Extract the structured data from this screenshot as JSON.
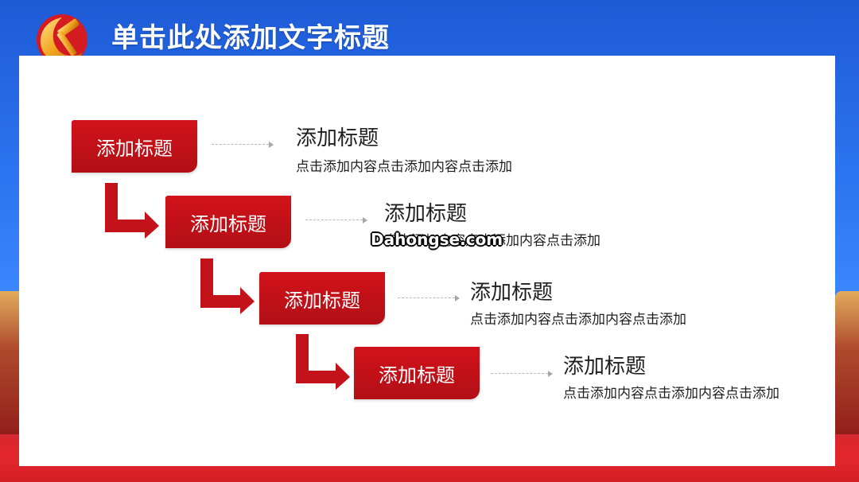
{
  "header": {
    "title": "单击此处添加文字标题"
  },
  "steps": [
    {
      "box_label": "添加标题",
      "title": "添加标题",
      "desc": "点击添加内容点击添加内容点击添加"
    },
    {
      "box_label": "添加标题",
      "title": "添加标题",
      "desc": "点击添加内容点击添加内容点击添加"
    },
    {
      "box_label": "添加标题",
      "title": "添加标题",
      "desc": "点击添加内容点击添加内容点击添加"
    },
    {
      "box_label": "添加标题",
      "title": "添加标题",
      "desc": "点击添加内容点击添加内容点击添加"
    }
  ],
  "watermark": "Dahongse.com",
  "colors": {
    "accent": "#c4121a",
    "header_blue": "#2b6ff0",
    "bottom_red": "#e2272c"
  },
  "icons": {
    "logo": "party-emblem-icon"
  }
}
